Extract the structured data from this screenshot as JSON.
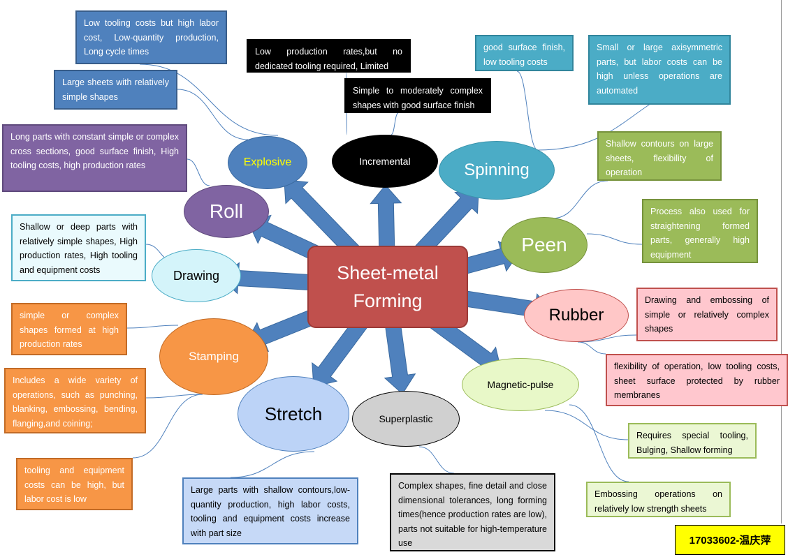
{
  "center": {
    "title_line1": "Sheet-metal",
    "title_line2": "Forming",
    "color": "#c0504d"
  },
  "arrow_color": "#4f81bd",
  "nodes": [
    {
      "id": "explosive",
      "label": "Explosive",
      "fill": "#4f81bd",
      "text": "#ffff00"
    },
    {
      "id": "incremental",
      "label": "Incremental",
      "fill": "#000000",
      "text": "#ffffff"
    },
    {
      "id": "spinning",
      "label": "Spinning",
      "fill": "#4bacc6",
      "text": "#ffffff"
    },
    {
      "id": "roll",
      "label": "Roll",
      "fill": "#8064a2",
      "text": "#ffffff"
    },
    {
      "id": "peen",
      "label": "Peen",
      "fill": "#9bbb59",
      "text": "#ffffff"
    },
    {
      "id": "drawing",
      "label": "Drawing",
      "fill": "#d4f4fa",
      "text": "#000000"
    },
    {
      "id": "rubber",
      "label": "Rubber",
      "fill": "#ffc7c7",
      "text": "#000000"
    },
    {
      "id": "stamping",
      "label": "Stamping",
      "fill": "#f79646",
      "text": "#ffffff"
    },
    {
      "id": "magnetic-pulse",
      "label": "Magnetic-pulse",
      "fill": "#e8f8c8",
      "text": "#000000"
    },
    {
      "id": "stretch",
      "label": "Stretch",
      "fill": "#bcd3f7",
      "text": "#000000"
    },
    {
      "id": "superplastic",
      "label": "Superplastic",
      "fill": "#d0d0d0",
      "text": "#000000"
    }
  ],
  "boxes": [
    {
      "id": "explosive-1",
      "text": "Low tooling costs but high labor cost, Low-quantity production, Long cycle times",
      "fill": "#4f81bd",
      "textColor": "#ffffff"
    },
    {
      "id": "explosive-2",
      "text": "Large sheets with relatively simple shapes",
      "fill": "#4f81bd",
      "textColor": "#ffffff"
    },
    {
      "id": "roll-1",
      "text": "Long parts with constant simple or complex cross sections, good surface finish, High tooling costs, high production rates",
      "fill": "#8064a2",
      "textColor": "#ffffff"
    },
    {
      "id": "drawing-1",
      "text": "Shallow or deep parts with relatively simple shapes, High production rates, High tooling and equipment costs",
      "fill": "#eafafd",
      "textColor": "#000000"
    },
    {
      "id": "stamping-1",
      "text": "simple or complex shapes formed at high production rates",
      "fill": "#f79646",
      "textColor": "#ffffff"
    },
    {
      "id": "stamping-2",
      "text": "Includes a wide variety of operations, such as punching, blanking, embossing, bending, flanging,and coining;",
      "fill": "#f79646",
      "textColor": "#ffffff"
    },
    {
      "id": "stamping-3",
      "text": "tooling and equipment costs can be high, but labor cost is low",
      "fill": "#f79646",
      "textColor": "#ffffff"
    },
    {
      "id": "stretch-1",
      "text": "Large parts with shallow contours,low-quantity production, high labor costs, tooling and equipment costs increase with part size",
      "fill": "#c6d9f7",
      "textColor": "#000000"
    },
    {
      "id": "superplastic-1",
      "text": "Complex shapes, fine detail and close dimensional tolerances, long forming times(hence production rates are low), parts not suitable for high-temperature use",
      "fill": "#d9d9d9",
      "textColor": "#000000"
    },
    {
      "id": "incremental-1",
      "text": "Low production rates,but no dedicated tooling required, Limited",
      "fill": "#000000",
      "textColor": "#ffffff"
    },
    {
      "id": "incremental-2",
      "text": "Simple to moderately complex shapes with good surface finish",
      "fill": "#000000",
      "textColor": "#ffffff"
    },
    {
      "id": "spinning-1",
      "text": "good surface finish, low tooling costs",
      "fill": "#4bacc6",
      "textColor": "#ffffff"
    },
    {
      "id": "spinning-2",
      "text": "Small or large axisymmetric parts, but labor costs can be high unless operations are automated",
      "fill": "#4bacc6",
      "textColor": "#ffffff"
    },
    {
      "id": "peen-1",
      "text": "Shallow contours on large sheets, flexibility of operation",
      "fill": "#9bbb59",
      "textColor": "#ffffff"
    },
    {
      "id": "peen-2",
      "text": "Process also used for straightening formed parts, generally high equipment",
      "fill": "#9bbb59",
      "textColor": "#ffffff"
    },
    {
      "id": "rubber-1",
      "text": "Drawing and embossing of simple or relatively complex shapes",
      "fill": "#ffc7ce",
      "textColor": "#000000"
    },
    {
      "id": "rubber-2",
      "text": "flexibility of operation, low tooling costs, sheet surface protected by rubber membranes",
      "fill": "#ffc7ce",
      "textColor": "#000000"
    },
    {
      "id": "magnetic-pulse-1",
      "text": "Requires special tooling, Bulging, Shallow forming",
      "fill": "#ebf7d4",
      "textColor": "#000000"
    },
    {
      "id": "magnetic-pulse-2",
      "text": "Embossing operations on relatively low strength sheets",
      "fill": "#ebf7d4",
      "textColor": "#000000"
    }
  ],
  "author_id": "17033602-温庆萍"
}
